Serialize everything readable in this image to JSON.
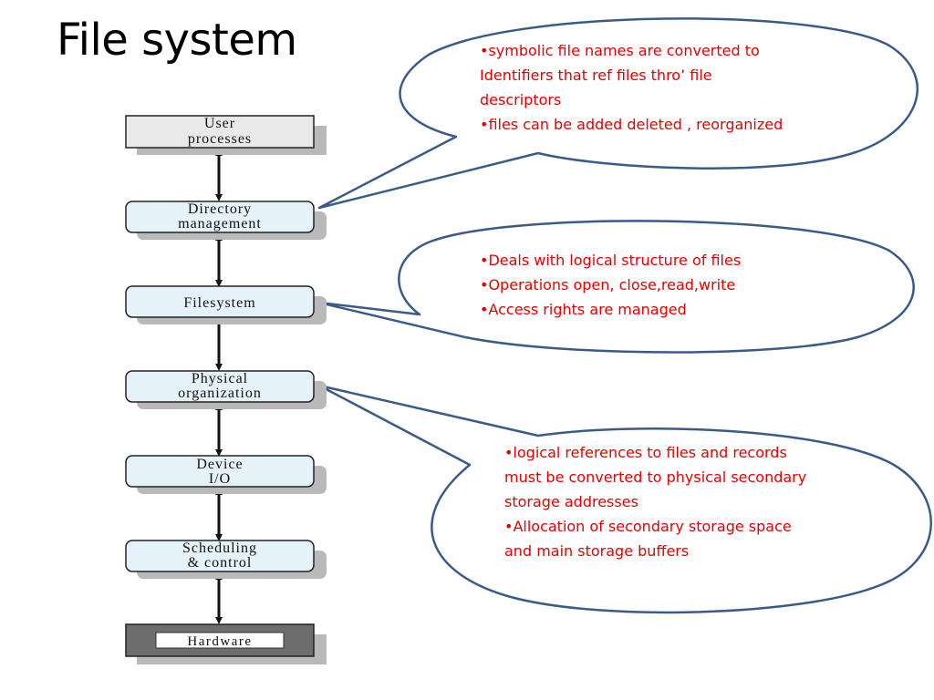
{
  "title": "File system",
  "layers": [
    {
      "id": "user-processes",
      "lines": [
        "User",
        "processes"
      ]
    },
    {
      "id": "directory-management",
      "lines": [
        "Directory",
        "management"
      ]
    },
    {
      "id": "filesystem",
      "lines": [
        "Filesystem"
      ]
    },
    {
      "id": "physical-organization",
      "lines": [
        "Physical",
        "organization"
      ]
    },
    {
      "id": "device-io",
      "lines": [
        "Device",
        "I/O"
      ]
    },
    {
      "id": "scheduling-control",
      "lines": [
        "Scheduling",
        "& control"
      ]
    },
    {
      "id": "hardware",
      "lines": [
        "Hardware"
      ]
    }
  ],
  "callouts": [
    {
      "id": "directory-callout",
      "target": "directory-management",
      "lines": [
        "•symbolic file names are converted to",
        "Identifiers that ref files thro’ file",
        "descriptors",
        "•files can be added deleted , reorganized"
      ]
    },
    {
      "id": "filesystem-callout",
      "target": "filesystem",
      "lines": [
        "•Deals with logical structure of files",
        "•Operations open, close,read,write",
        "•Access rights are managed"
      ]
    },
    {
      "id": "physical-callout",
      "target": "physical-organization",
      "lines": [
        "•logical references to files and records",
        "must be converted to physical secondary",
        "storage addresses",
        "•Allocation of secondary storage space",
        "and main storage buffers"
      ]
    }
  ],
  "colors": {
    "title": "#000000",
    "callout_text": "#e60000",
    "callout_outline": "#3a5a8c",
    "layer_fill": "#e6f2fa",
    "top_layer_fill": "#e9e9e9",
    "hardware_fill": "#6d6d6d",
    "shadow": "#b9b9b9",
    "arrow": "#111111"
  }
}
